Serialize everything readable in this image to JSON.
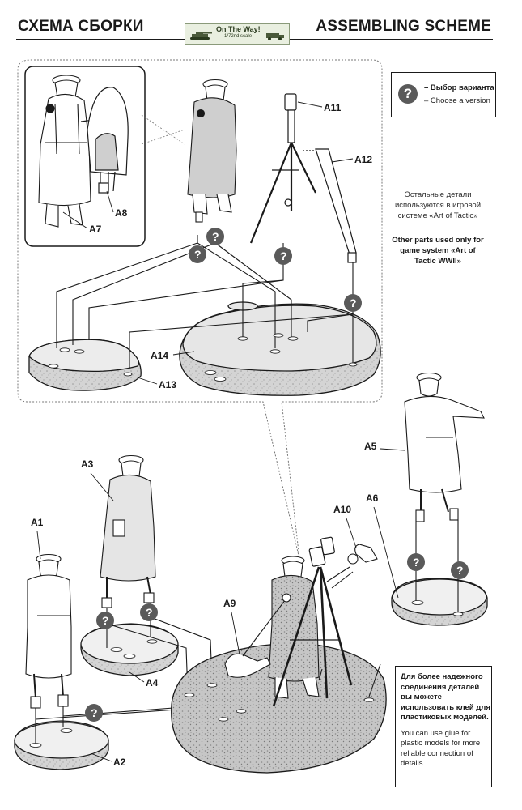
{
  "header": {
    "title_ru": "СХЕМА СБОРКИ",
    "title_en": "ASSEMBLING SCHEME",
    "brand": {
      "name": "On The Way!",
      "scale": "1/72nd scale"
    }
  },
  "legend": {
    "symbol": "?",
    "ru": "– Выбор варианта",
    "en": "– Choose a version"
  },
  "side_note": {
    "ru": "Остальные детали используются в игровой системе «Art of Tactic»",
    "en": "Other parts used only for game system «Art of Tactic WWII»"
  },
  "glue_note": {
    "ru": "Для более надежного соединения деталей вы можете использовать клей для пластиковых моделей.",
    "en": "You can use glue for plastic models for more reliable connection of details."
  },
  "parts": {
    "a1": "A1",
    "a2": "A2",
    "a3": "A3",
    "a4": "A4",
    "a5": "A5",
    "a6": "A6",
    "a7": "A7",
    "a8": "A8",
    "a9": "A9",
    "a10": "A10",
    "a11": "A11",
    "a12": "A12",
    "a13": "A13",
    "a14": "A14"
  },
  "choice_symbol": "?"
}
